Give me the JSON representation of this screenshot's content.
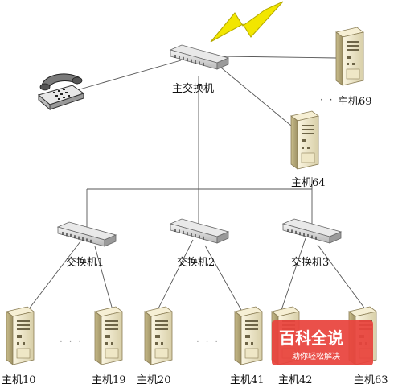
{
  "main_switch": {
    "label": "主交换机"
  },
  "switches": [
    {
      "label": "交换机1"
    },
    {
      "label": "交换机2"
    },
    {
      "label": "交换机3"
    }
  ],
  "servers": {
    "h69": "主机69",
    "h64": "主机64",
    "h10": "主机10",
    "h19": "主机19",
    "h20": "主机20",
    "h41": "主机41",
    "h42": "主机42",
    "h63": "主机63"
  },
  "ellipsis": "· · ·",
  "watermark": {
    "title": "百科全说",
    "subtitle": "助你轻松解决"
  },
  "colors": {
    "line": "#555555",
    "lightning": "#f2e600",
    "watermark_bg": "#e8433c"
  },
  "icons": [
    "lightning-icon",
    "telephone-icon",
    "switch-icon",
    "server-icon"
  ]
}
